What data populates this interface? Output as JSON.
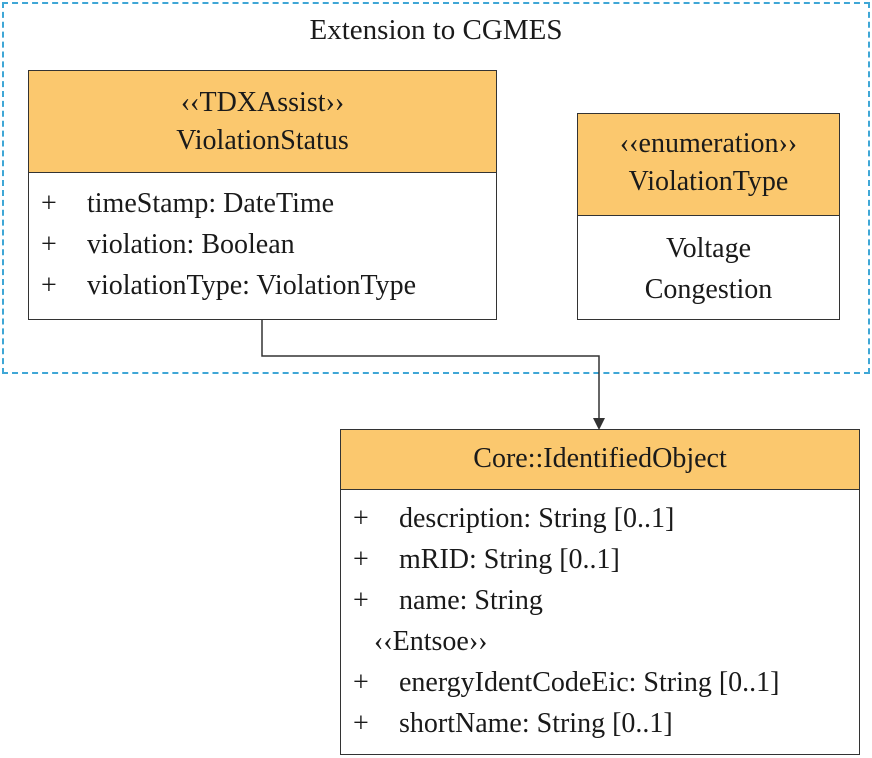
{
  "package": {
    "title": "Extension to CGMES"
  },
  "violation_status": {
    "stereotype": "‹‹TDXAssist››",
    "name": "ViolationStatus",
    "attributes": [
      {
        "visibility": "+",
        "text": "timeStamp: DateTime"
      },
      {
        "visibility": "+",
        "text": "violation: Boolean"
      },
      {
        "visibility": "+",
        "text": "violationType: ViolationType"
      }
    ]
  },
  "violation_type": {
    "stereotype": "‹‹enumeration››",
    "name": "ViolationType",
    "literals": [
      "Voltage",
      "Congestion"
    ]
  },
  "identified_object": {
    "name": "Core::IdentifiedObject",
    "attributes": [
      {
        "visibility": "+",
        "text": "description: String [0..1]"
      },
      {
        "visibility": "+",
        "text": "mRID: String [0..1]"
      },
      {
        "visibility": "+",
        "text": "name: String"
      }
    ],
    "group_stereotype": "‹‹Entsoe››",
    "group_attributes": [
      {
        "visibility": "+",
        "text": "energyIdentCodeEic: String [0..1]"
      },
      {
        "visibility": "+",
        "text": "shortName: String [0..1]"
      }
    ]
  },
  "colors": {
    "class_header": "#fbc86e",
    "package_border": "#3fa7d6"
  }
}
